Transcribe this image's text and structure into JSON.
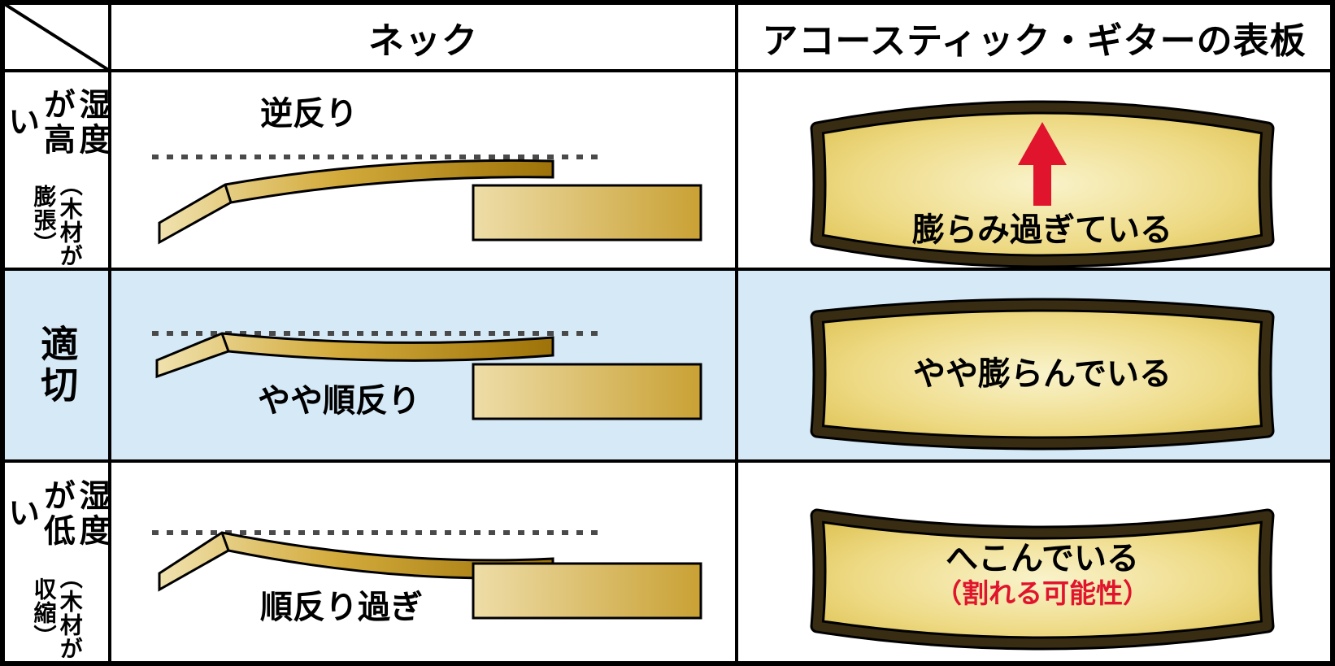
{
  "title_row": {
    "neck": "ネック",
    "soundboard": "アコースティック・ギターの表板"
  },
  "rows": [
    {
      "humidity": "湿度が高い",
      "humidity_note": "（木材が膨張）",
      "neck_state": "逆反り",
      "board_state": "膨らみ過ぎている"
    },
    {
      "humidity": "適切",
      "neck_state": "やや順反り",
      "board_state": "やや膨らんでいる"
    },
    {
      "humidity": "湿度が低い",
      "humidity_note": "（木材が収縮）",
      "neck_state": "順反り過ぎ",
      "board_state": "へこんでいる",
      "board_state_note": "（割れる可能性）"
    }
  ],
  "colors": {
    "accent_red": "#e0142d",
    "highlight_row_bg": "#d6e9f7",
    "wood_light": "#f0e2ae",
    "wood_dark": "#9d7208",
    "frame_brown": "#382c12",
    "dotted_line": "#4a4a4a",
    "grid_black": "#000000"
  }
}
